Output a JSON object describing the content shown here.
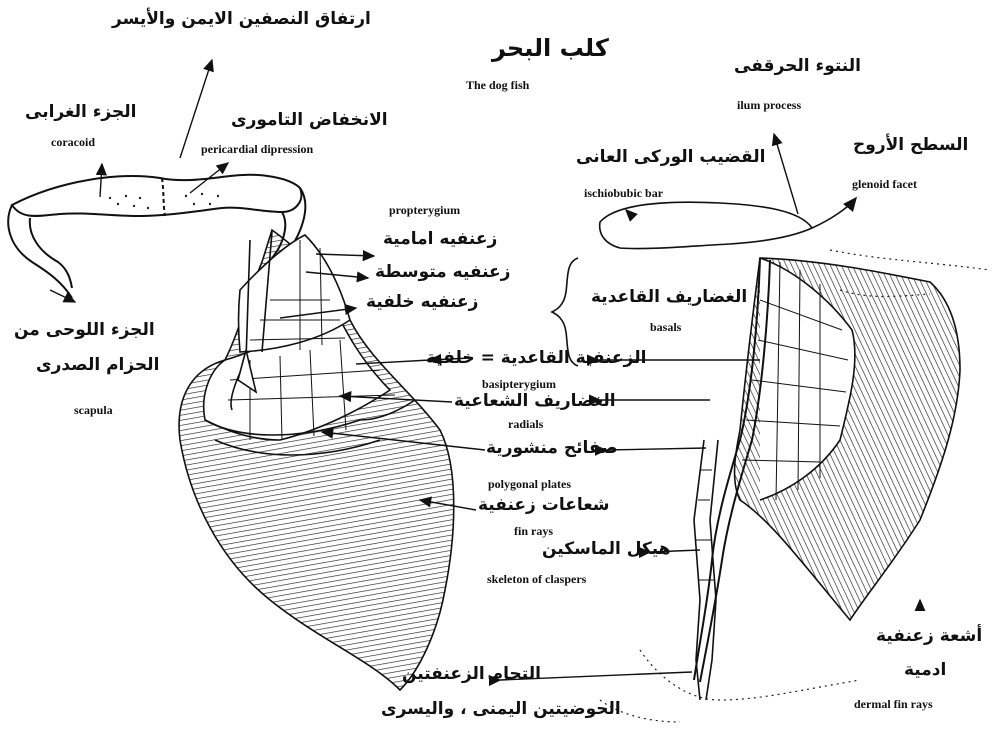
{
  "title": {
    "arabic": "كلب البحر",
    "english": "The dog fish"
  },
  "labels": {
    "symphysis_ar": "ارتفاق النصفين الايمن والأيسر",
    "coracoid_ar": "الجزء الغرابى",
    "coracoid_en": "coracoid",
    "pericardial_ar": "الانخفاض التامورى",
    "pericardial_en": "pericardial dipression",
    "propterygium_en": "propterygium",
    "propterygium_ar": "زعنفيه امامية",
    "mesopterygium_ar": "زعنفيه متوسطة",
    "metapterygium_ar": "زعنفيه خلفية",
    "basals_ar": "الغضاريف القاعدية",
    "basals_en": "basals",
    "scapula_ar1": "الجزء اللوحى من",
    "scapula_ar2": "الحزام الصدرى",
    "scapula_en": "scapula",
    "basipterygium_ar": "الزعنفية القاعدية = خلفية",
    "basipterygium_en": "basipterygium",
    "radials_ar": "الغضاريف الشعاعية",
    "radials_en": "radials",
    "polygonal_ar": "صفائح منشورية",
    "polygonal_en": "polygonal plates",
    "finrays_ar": "شعاعات زعنفية",
    "finrays_en": "fin rays",
    "claspers_ar": "هيكل الماسكين",
    "claspers_en": "skeleton of claspers",
    "fusion_ar1": "التحام الزعنفتين",
    "fusion_ar2": "الحوضيتين اليمنى ، واليسرى",
    "ilium_ar": "النتوء الحرقفى",
    "ilium_en": "ilum process",
    "ischiopubic_ar": "القضيب الوركى العانى",
    "ischiopubic_en": "ischiobubic bar",
    "glenoid_ar": "السطح الأروح",
    "glenoid_en": "glenoid facet",
    "dermal_ar1": "أشعة زعنفية",
    "dermal_ar2": "ادمية",
    "dermal_en": "dermal fin rays"
  }
}
